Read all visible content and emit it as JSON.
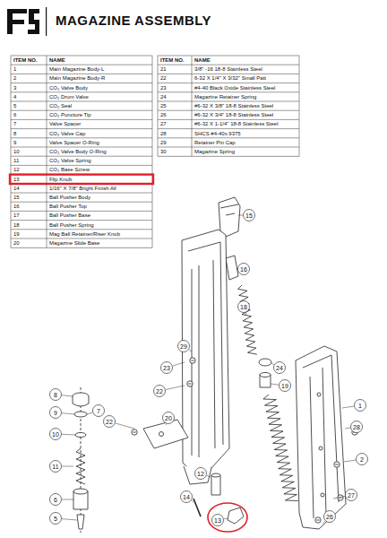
{
  "diagram": {
    "title": "MAGAZINE ASSEMBLY",
    "labels": [
      "ITEM NO.",
      "NAME",
      "1",
      "Main Magazine Body-L",
      "2",
      "Main Magazine Body-R",
      "3",
      "CO₂ Valve Body",
      "4",
      "CO₂ Drum Valve",
      "5",
      "CO₂ Seal",
      "6",
      "CO₂ Puncture Tip",
      "7",
      "Valve Spacer",
      "8",
      "CO₂ Valve Cap",
      "9",
      "Valve Spacer O-Ring",
      "10",
      "CO₂ Valve Body O-Ring",
      "11",
      "CO₂ Valve Spring",
      "12",
      "CO₂ Base Screw",
      "13",
      "Flip Knob",
      "14",
      "1/16\" X 7/8\" Bright Finish All",
      "15",
      "Ball Pusher Body",
      "16",
      "Ball Pusher Top",
      "17",
      "Ball Pusher Base",
      "18",
      "Ball Pusher Spring",
      "19",
      "Mag Ball Retainer/Riser Knob",
      "20",
      "Magazine Slide Base",
      "ITEM NO.",
      "NAME",
      "21",
      "3/8\" -16 18-8 Stainless Steel",
      "22",
      "6-32 X 1/4\" X 3/32\" Small Patt",
      "23",
      "#4-40 Black Oxide Stainless Steel",
      "24",
      "Magazine Retainer Spring",
      "25",
      "#6-32 X 3/8\" 18-8 Stainless Steel",
      "26",
      "#6-32 X 3/4\" 18-8 Stainless Steel",
      "27",
      "#6-32 X 1-1/4\" 18-8 Stainless Steel",
      "28",
      "SHCS #4-40x.9375",
      "29",
      "Retainer Pin Cap",
      "30",
      "Magazine Spring",
      "15",
      "16",
      "18",
      "29",
      "23",
      "22",
      "24",
      "19",
      "22",
      "20",
      "8",
      "9",
      "7",
      "10",
      "11",
      "6",
      "5",
      "12",
      "14",
      "13",
      "1",
      "28",
      "2",
      "27",
      "26"
    ]
  }
}
